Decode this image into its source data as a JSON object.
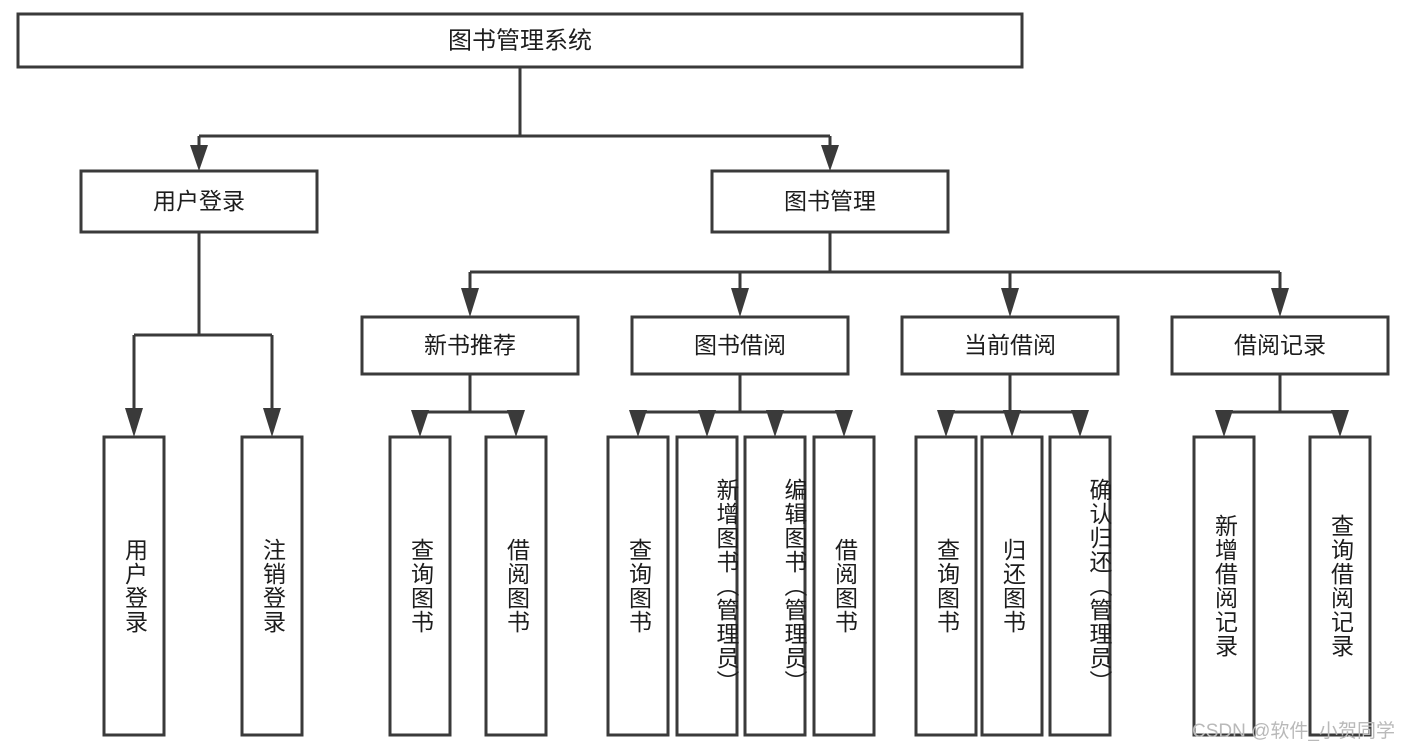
{
  "diagram": {
    "title": "图书管理系统",
    "type": "tree-hierarchy",
    "levels": {
      "root": {
        "label": "图书管理系统"
      },
      "level2": [
        {
          "label": "用户登录"
        },
        {
          "label": "图书管理"
        }
      ],
      "level3": [
        {
          "label": "新书推荐"
        },
        {
          "label": "图书借阅"
        },
        {
          "label": "当前借阅"
        },
        {
          "label": "借阅记录"
        }
      ],
      "leaves": {
        "user_login": [
          {
            "label": "用户登录"
          },
          {
            "label": "注销登录"
          }
        ],
        "new_book_recommend": [
          {
            "label": "查询图书"
          },
          {
            "label": "借阅图书"
          }
        ],
        "book_borrow": [
          {
            "label": "查询图书"
          },
          {
            "label": "新增图书（管理员）"
          },
          {
            "label": "编辑图书（管理员）"
          },
          {
            "label": "借阅图书"
          }
        ],
        "current_borrow": [
          {
            "label": "查询图书"
          },
          {
            "label": "归还图书"
          },
          {
            "label": "确认归还（管理员）"
          }
        ],
        "borrow_record": [
          {
            "label": "新增借阅记录"
          },
          {
            "label": "查询借阅记录"
          }
        ]
      }
    },
    "watermark": "CSDN @软件_小贺同学",
    "colors": {
      "stroke": "#3a3a3a",
      "fill": "#ffffff",
      "text": "#1d1d1d",
      "watermark": "#b9b9b9"
    }
  }
}
